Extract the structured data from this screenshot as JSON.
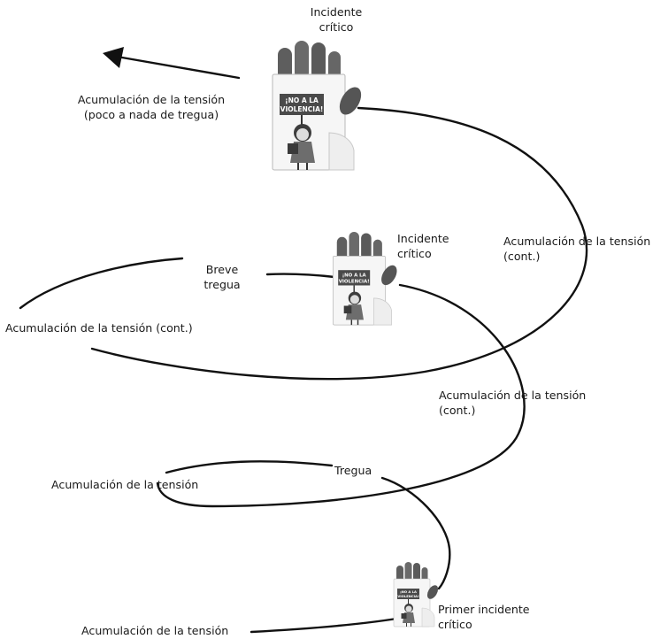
{
  "labels": {
    "incidente_top": [
      "Incidente",
      "crítico"
    ],
    "tension_top": [
      "Acumulación de la tensión",
      "(poco a nada de tregua)"
    ],
    "incidente_mid": [
      "Incidente",
      "crítico"
    ],
    "tension_right_upper": [
      "Acumulación de la tensión",
      "(cont.)"
    ],
    "breve_tregua": [
      "Breve",
      "tregua"
    ],
    "tension_left_mid": "Acumulación de la tensión (cont.)",
    "tension_right_lower": [
      "Acumulación de la tensión",
      "(cont.)"
    ],
    "tregua": "Tregua",
    "tension_left_lower": "Acumulación de la tensión",
    "primer_incidente": [
      "Primer incidente",
      "crítico"
    ],
    "tension_bottom": "Acumulación de la tensión"
  },
  "sign": {
    "line1": "¡NO A LA",
    "line2": "VIOLENCIA!"
  },
  "icons": {
    "hand": "raised-hand-with-protest-sign-icon",
    "arrow": "arrow-head-icon"
  },
  "colors": {
    "stroke": "#111111",
    "hand": "#5e5e5e",
    "paper": "#f6f6f6",
    "sign": "#4a4a4a"
  }
}
